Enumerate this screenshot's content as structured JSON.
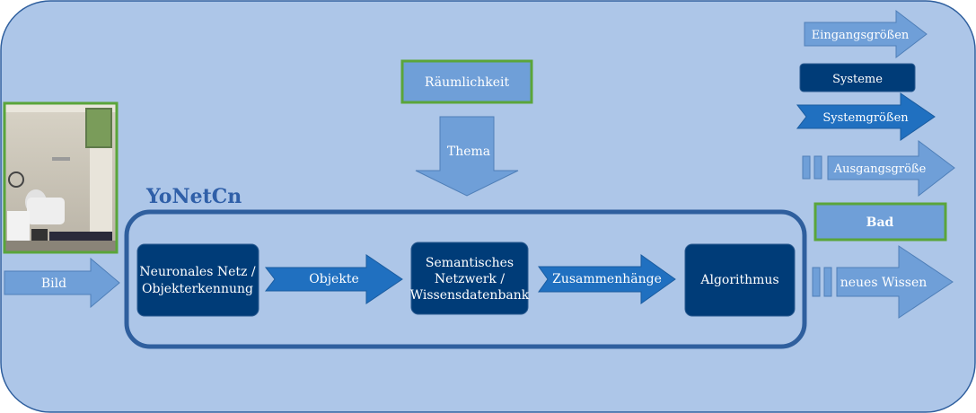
{
  "diagram": {
    "bild": "Bild",
    "raeumlichkeit": "Räumlichkeit",
    "thema": "Thema",
    "title": "YoNetCn",
    "neuronales_netz": [
      "Neuronales Netz /",
      "Objekterkennung"
    ],
    "objekte": "Objekte",
    "semantisches_netzwerk": [
      "Semantisches",
      "Netzwerk /",
      "Wissensdatenbank"
    ],
    "zusammenhaenge": "Zusammenhänge",
    "algorithmus": "Algorithmus",
    "neues_wissen": "neues Wissen",
    "bad": "Bad"
  },
  "legend": {
    "eingangsgroessen": "Eingangsgrößen",
    "systeme": "Systeme",
    "systemgroessen": "Systemgrößen",
    "ausgangsgroesse": "Ausgangsgröße"
  },
  "colors": {
    "background_panel": "#adc6e8",
    "panel_border": "#2f5f9e",
    "input_arrow": "#6f9fd8",
    "system_box": "#003c78",
    "system_arrow": "#2070c0",
    "green_border": "#5aa53a",
    "title_blue": "#2f5fa8"
  }
}
